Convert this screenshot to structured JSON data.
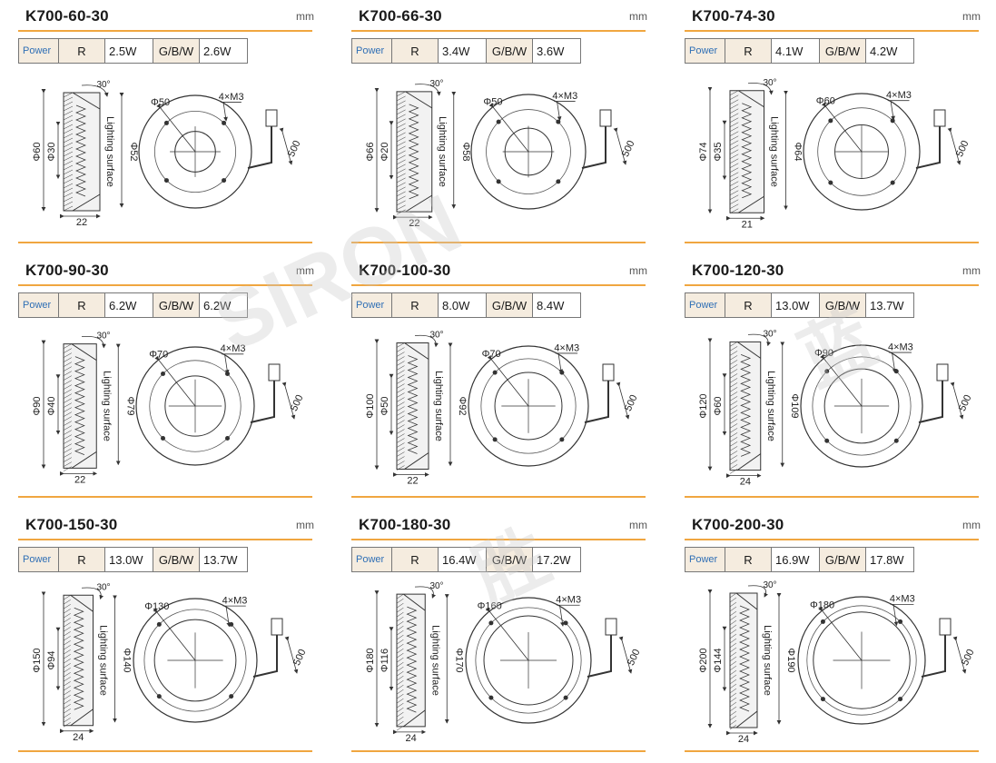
{
  "watermark": {
    "text": "SIRON",
    "chars": [
      "胜",
      "蓝",
      "电"
    ]
  },
  "labels": {
    "unit": "mm",
    "power": "Power",
    "red": "R",
    "gbw": "G/B/W",
    "lighting_surface": "Lighting surface",
    "angle": "30°",
    "holes": "4×M3",
    "cable": "500"
  },
  "models": [
    {
      "name": "K700-60-30",
      "r_power": "2.5W",
      "gbw_power": "2.6W",
      "outer_d": "Φ60",
      "inner_d": "Φ30",
      "surface_d": "Φ52",
      "depth": "22",
      "hole_circle": "Φ50"
    },
    {
      "name": "K700-66-30",
      "r_power": "3.4W",
      "gbw_power": "3.6W",
      "outer_d": "Φ66",
      "inner_d": "Φ20",
      "surface_d": "Φ58",
      "depth": "22",
      "hole_circle": "Φ50"
    },
    {
      "name": "K700-74-30",
      "r_power": "4.1W",
      "gbw_power": "4.2W",
      "outer_d": "Φ74",
      "inner_d": "Φ35",
      "surface_d": "Φ64",
      "depth": "21",
      "hole_circle": "Φ60"
    },
    {
      "name": "K700-90-30",
      "r_power": "6.2W",
      "gbw_power": "6.2W",
      "outer_d": "Φ90",
      "inner_d": "Φ40",
      "surface_d": "Φ79",
      "depth": "22",
      "hole_circle": "Φ70"
    },
    {
      "name": "K700-100-30",
      "r_power": "8.0W",
      "gbw_power": "8.4W",
      "outer_d": "Φ100",
      "inner_d": "Φ50",
      "surface_d": "Φ92",
      "depth": "22",
      "hole_circle": "Φ70"
    },
    {
      "name": "K700-120-30",
      "r_power": "13.0W",
      "gbw_power": "13.7W",
      "outer_d": "Φ120",
      "inner_d": "Φ60",
      "surface_d": "Φ109",
      "depth": "24",
      "hole_circle": "Φ90"
    },
    {
      "name": "K700-150-30",
      "r_power": "13.0W",
      "gbw_power": "13.7W",
      "outer_d": "Φ150",
      "inner_d": "Φ94",
      "surface_d": "Φ140",
      "depth": "24",
      "hole_circle": "Φ130"
    },
    {
      "name": "K700-180-30",
      "r_power": "16.4W",
      "gbw_power": "17.2W",
      "outer_d": "Φ180",
      "inner_d": "Φ116",
      "surface_d": "Φ170",
      "depth": "24",
      "hole_circle": "Φ160"
    },
    {
      "name": "K700-200-30",
      "r_power": "16.9W",
      "gbw_power": "17.8W",
      "outer_d": "Φ200",
      "inner_d": "Φ144",
      "surface_d": "Φ190",
      "depth": "24",
      "hole_circle": "Φ180"
    }
  ]
}
